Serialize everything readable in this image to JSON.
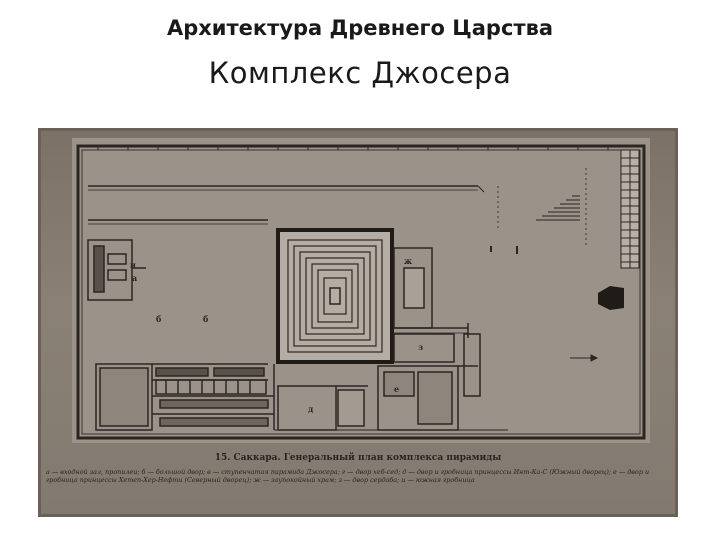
{
  "slide": {
    "title": "Архитектура Древнего Царства",
    "subtitle": "Комплекс Джосера"
  },
  "figure": {
    "caption": "15. Саккара. Генеральный план комплекса пирамиды",
    "legend": "а — входной зал, пропилеи; б — большой двор; в — ступенчатая пирамида Джосера; г — двор хеб-сед; д — двор и гробница принцессы Инт-Ка-С (Южный дворец); е — двор и гробница принцессы Хетеп-Хер-Нефти (Северный дворец); ж — заупокойный храм; з — двор сердаба; и — южная гробница",
    "labels": {
      "a": "а",
      "b1": "б",
      "b2": "б",
      "d": "д",
      "e": "е",
      "zh": "ж",
      "z": "з",
      "i": "и"
    }
  }
}
